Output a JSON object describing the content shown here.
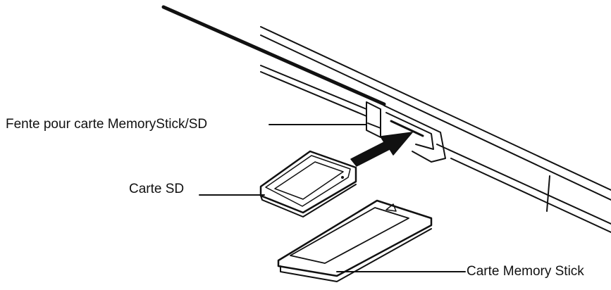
{
  "labels": {
    "slot": "Fente pour carte MemoryStick/SD",
    "sd_card": "Carte SD",
    "memory_stick": "Carte Memory Stick"
  },
  "colors": {
    "line": "#111111",
    "background": "#ffffff",
    "card_face": "#ffffff"
  },
  "icons": {
    "arrow": "insert-arrow-icon"
  }
}
